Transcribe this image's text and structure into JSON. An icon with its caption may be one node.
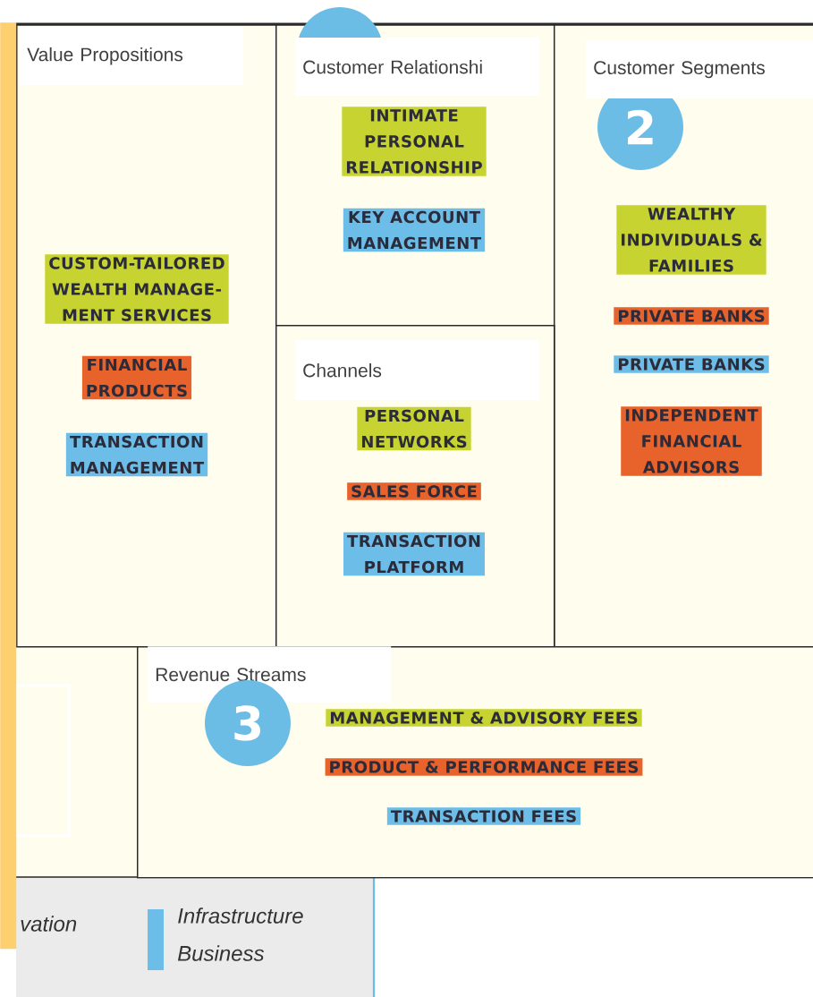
{
  "diagram": {
    "nodes": [
      {
        "text": [
          "Value Propositions"
        ]
      },
      {
        "text": [
          "CUSTOM-TAILORED WEALTH MANAGE- MENT SERVICES"
        ],
        "in": 0
      },
      {
        "text": [
          "FINANCIAL PRODUCTS"
        ],
        "in": 0
      },
      {
        "text": [
          "TRANSACTION MANAGEMENT"
        ],
        "in": 0
      },
      {
        "text": [],
        "shape": "circle"
      },
      {
        "text": [
          "Customer Relationshi"
        ]
      },
      {
        "text": [
          "INTIMATE PERSONAL RELATIONSHIP"
        ],
        "in": 5
      },
      {
        "text": [
          "KEY ACCOUNT MANAGEMENT"
        ],
        "in": 5
      },
      {
        "text": [
          "Customer Segments"
        ]
      },
      {
        "text": [
          "2"
        ],
        "in": 8
      },
      {
        "text": [
          "WEALTHY INDIVIDUALS & FAMILIES"
        ],
        "in": 8
      },
      {
        "text": [
          "PRIVATE BANKS"
        ],
        "in": 8
      },
      {
        "text": [
          "PRIVATE BANKS"
        ],
        "in": 8
      },
      {
        "text": [
          "INDEPENDENT FINANCIAL ADVISORS"
        ],
        "in": 8
      },
      {
        "text": [
          "Channels"
        ]
      },
      {
        "text": [
          "PERSONAL NETWORKS"
        ],
        "in": 14
      },
      {
        "text": [
          "SALES FORCE"
        ],
        "in": 14
      },
      {
        "text": [
          "TRANSACTION PLATFORM"
        ],
        "in": 14
      },
      {
        "text": [
          "Revenue Streams"
        ]
      },
      {
        "text": [
          "3"
        ],
        "in": 18
      },
      {
        "text": [
          "MANAGEMENT & ADVISORY FEES"
        ],
        "in": 18
      },
      {
        "text": [
          "PRODUCT & PERFORMANCE FEES"
        ],
        "in": 18
      },
      {
        "text": [
          "TRANSACTION FEES"
        ],
        "in": 18
      },
      {
        "text": [],
        "shape": "bar"
      }
    ],
    "labels": [
      "vation"
    ],
    "legend": [
      {
        "text": "Infrastructure Business",
        "color": "#6cbde8"
      }
    ]
  }
}
